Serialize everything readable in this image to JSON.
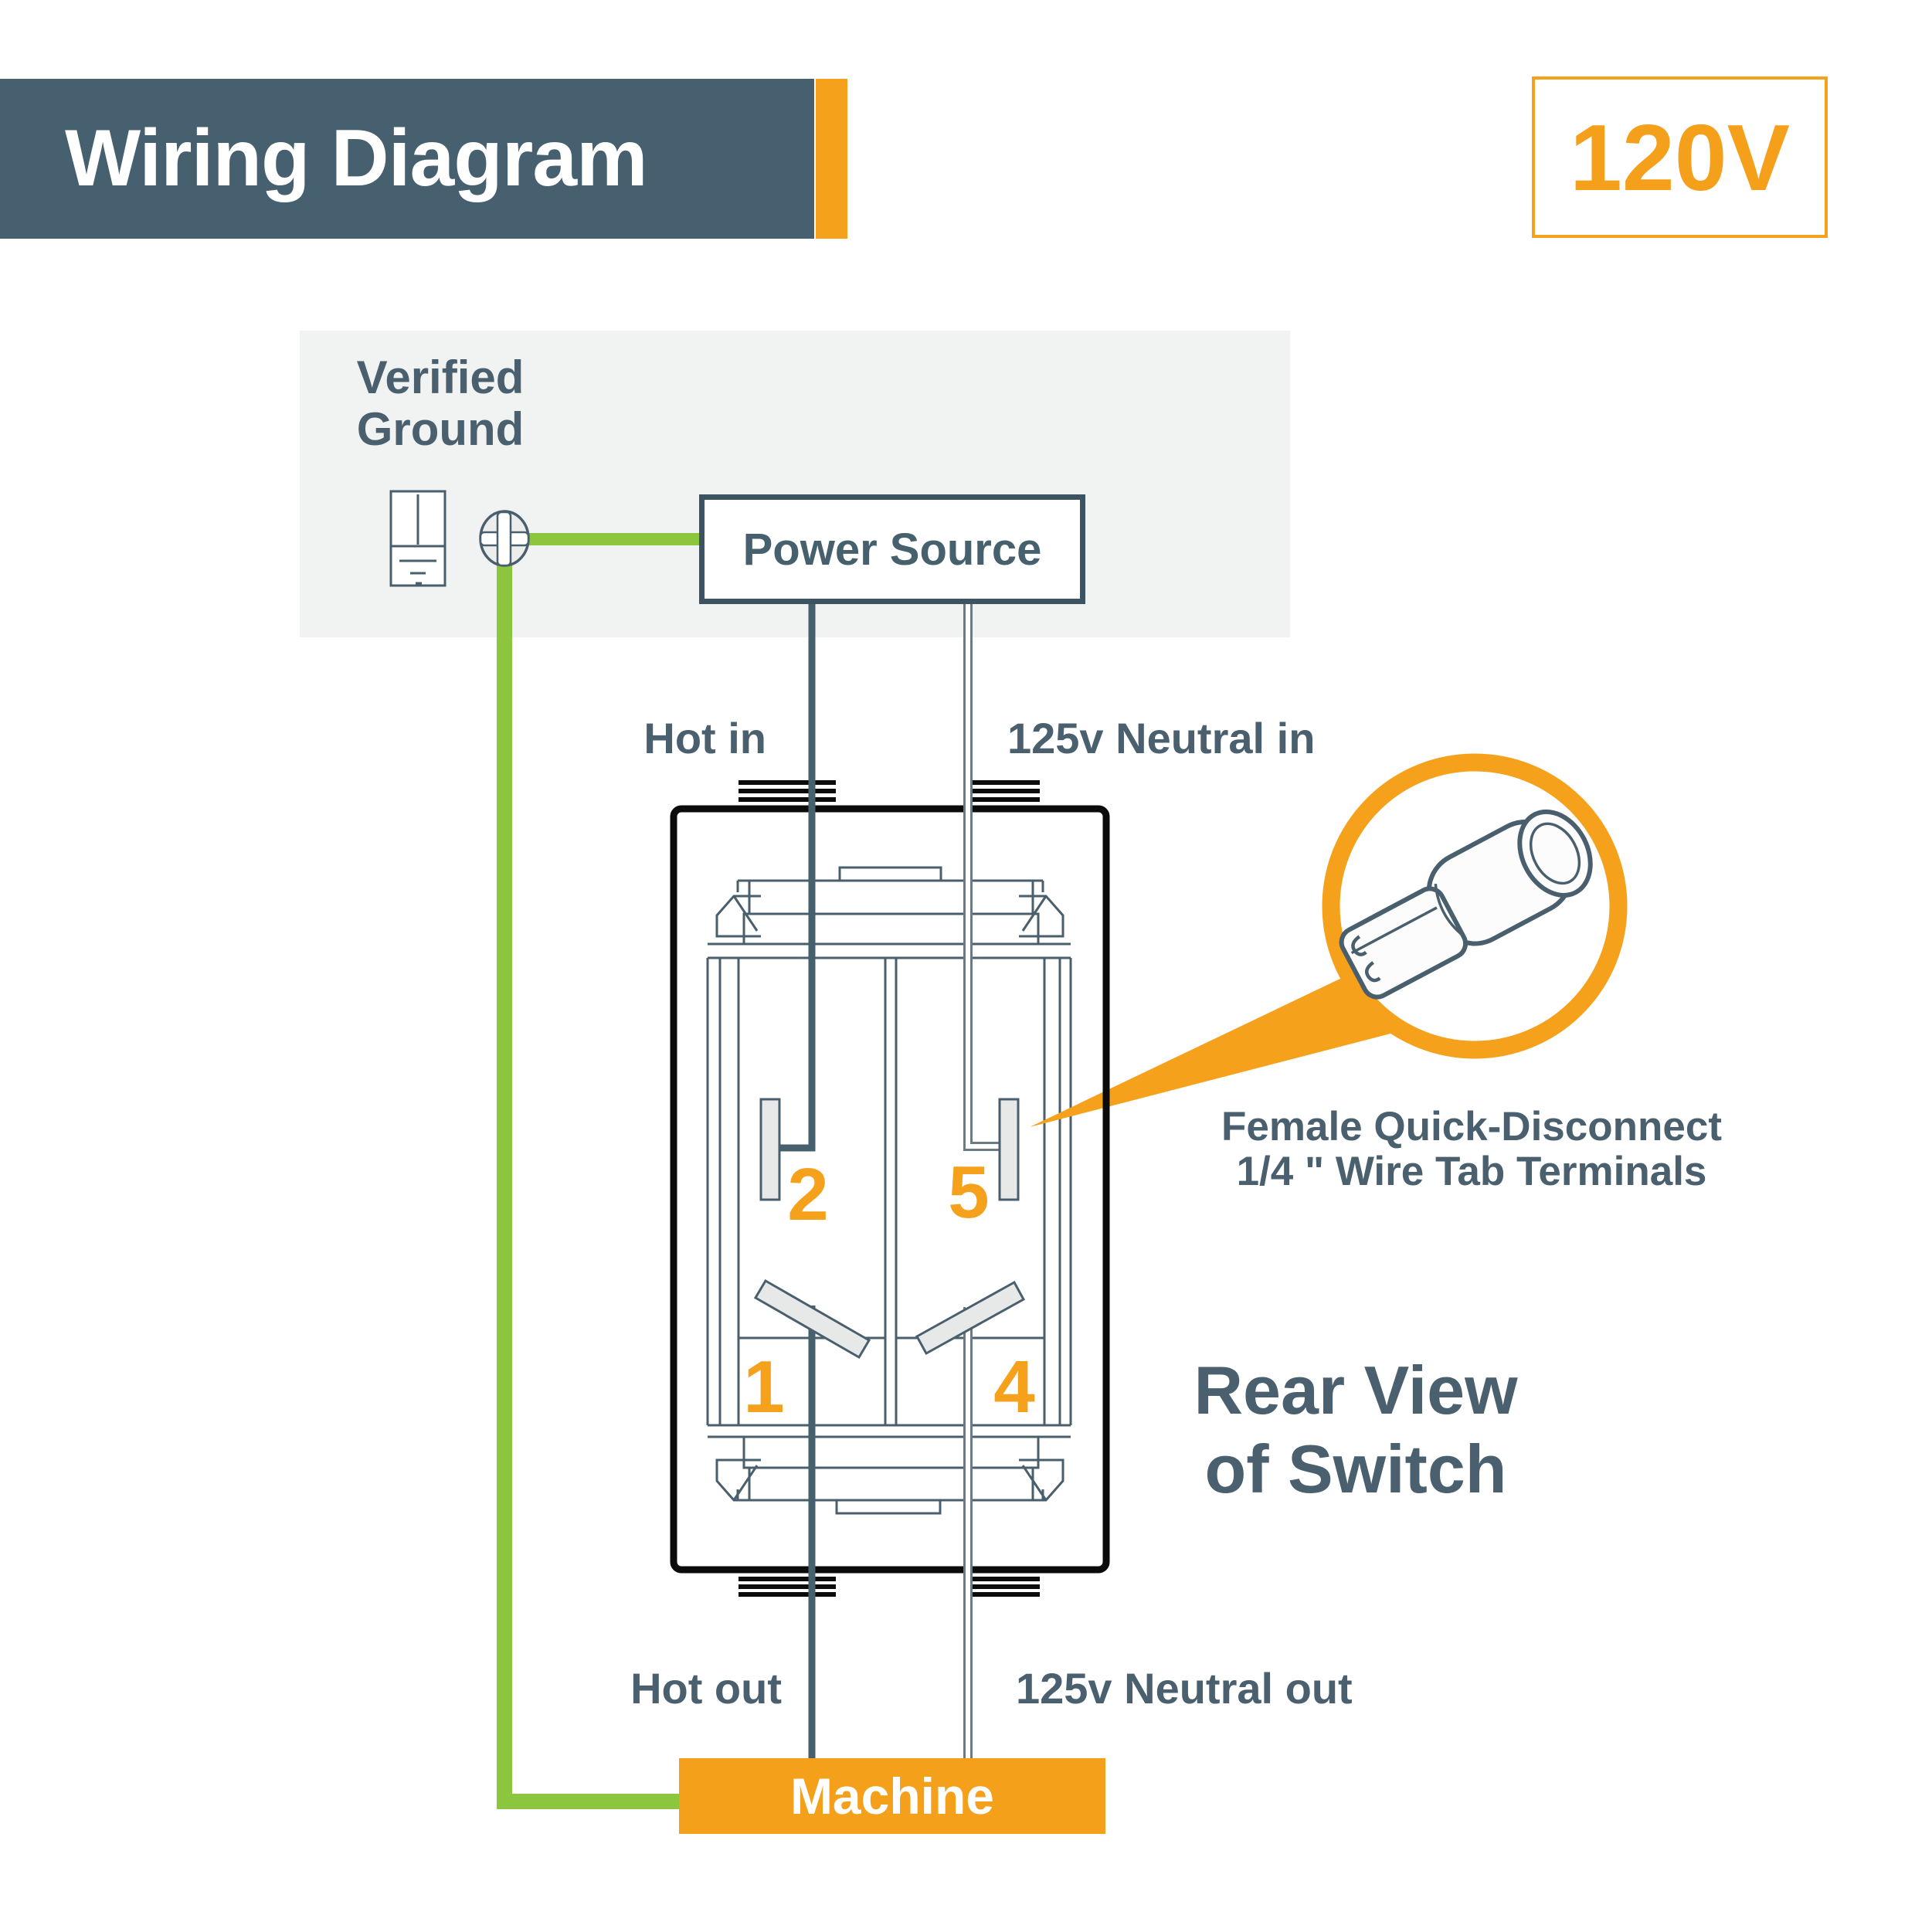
{
  "header": {
    "title": "Wiring Diagram",
    "voltage_badge": "120V"
  },
  "ground": {
    "line1": "Verified",
    "line2": "Ground"
  },
  "power_source": {
    "label": "Power Source"
  },
  "machine": {
    "label": "Machine"
  },
  "wires": {
    "hot_in": "Hot in",
    "neutral_in": "125v Neutral in",
    "hot_out": "Hot out",
    "neutral_out": "125v Neutral out"
  },
  "switch": {
    "view_line1": "Rear View",
    "view_line2": "of Switch",
    "terminals": {
      "t1": "1",
      "t2": "2",
      "t4": "4",
      "t5": "5"
    }
  },
  "callout": {
    "line1": "Female Quick-Disconnect",
    "line2": "1/4 \" Wire  Tab Terminals"
  },
  "colors": {
    "slate": "#46606F",
    "label_slate": "#4A606E",
    "orange": "#F5A11B",
    "green": "#8CC63F",
    "case_black": "#0B0B0B",
    "light_gray_fill": "#E7E9E9",
    "panel_gray": "#F1F2F2"
  }
}
